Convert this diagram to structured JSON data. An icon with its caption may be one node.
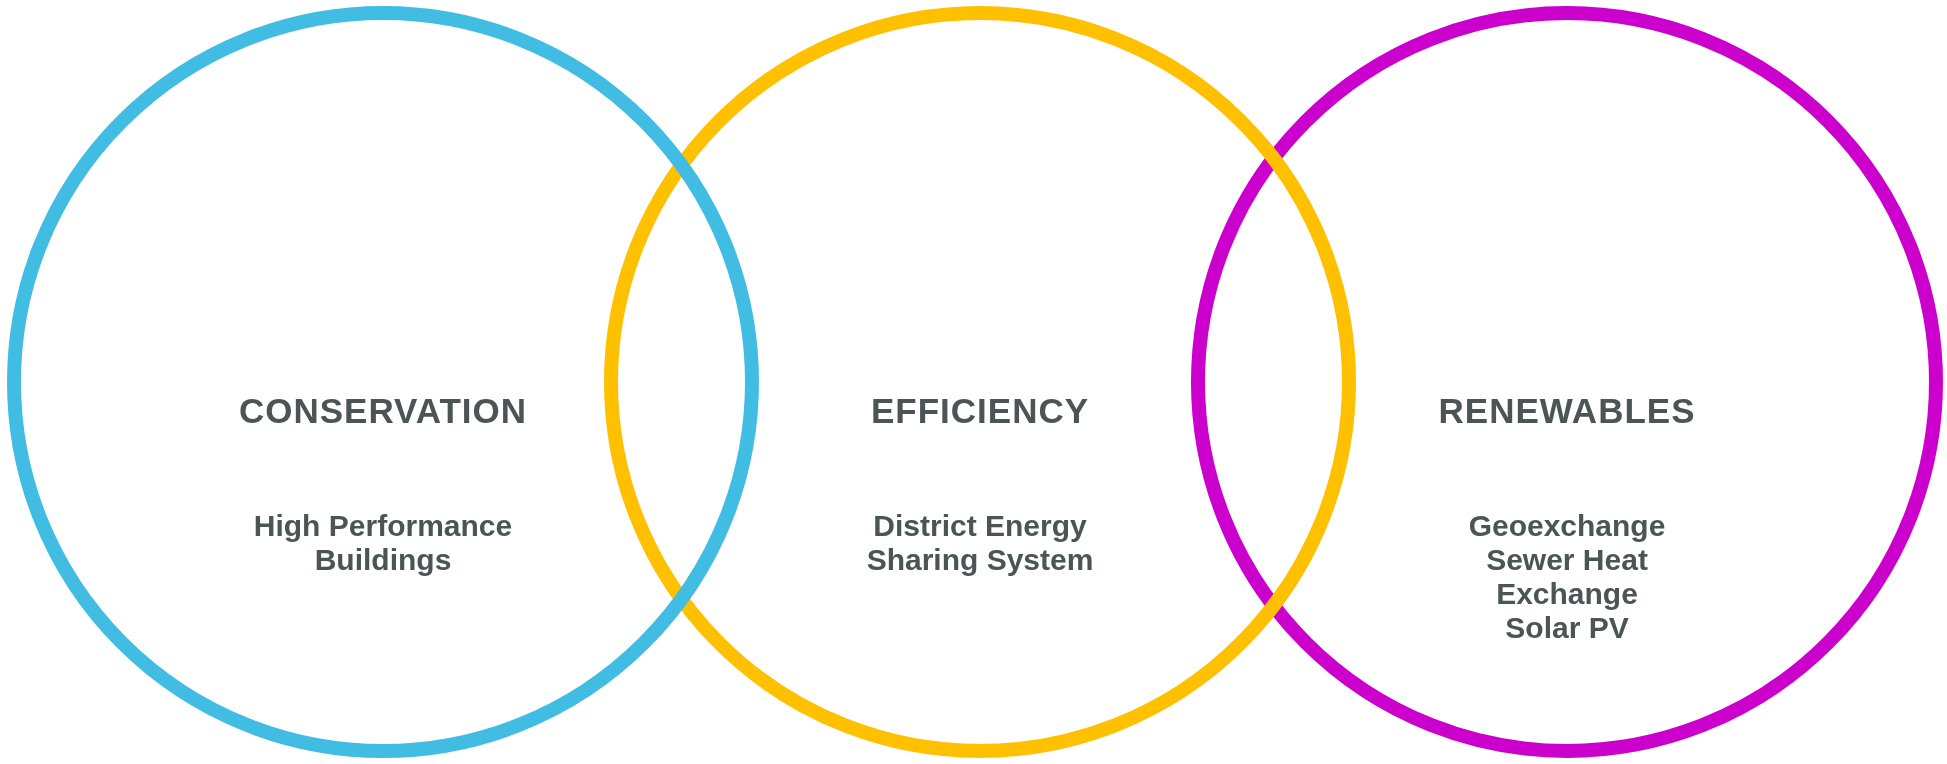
{
  "diagram": {
    "nodes": [
      {
        "text": [
          "CONSERVATION",
          "High Performance Buildings"
        ]
      },
      {
        "text": [
          "EFFICIENCY",
          "District Energy Sharing System"
        ]
      },
      {
        "text": [
          "RENEWABLES",
          "Geoexchange",
          "Sewer Heat Exchange",
          "Solar PV"
        ]
      }
    ]
  }
}
